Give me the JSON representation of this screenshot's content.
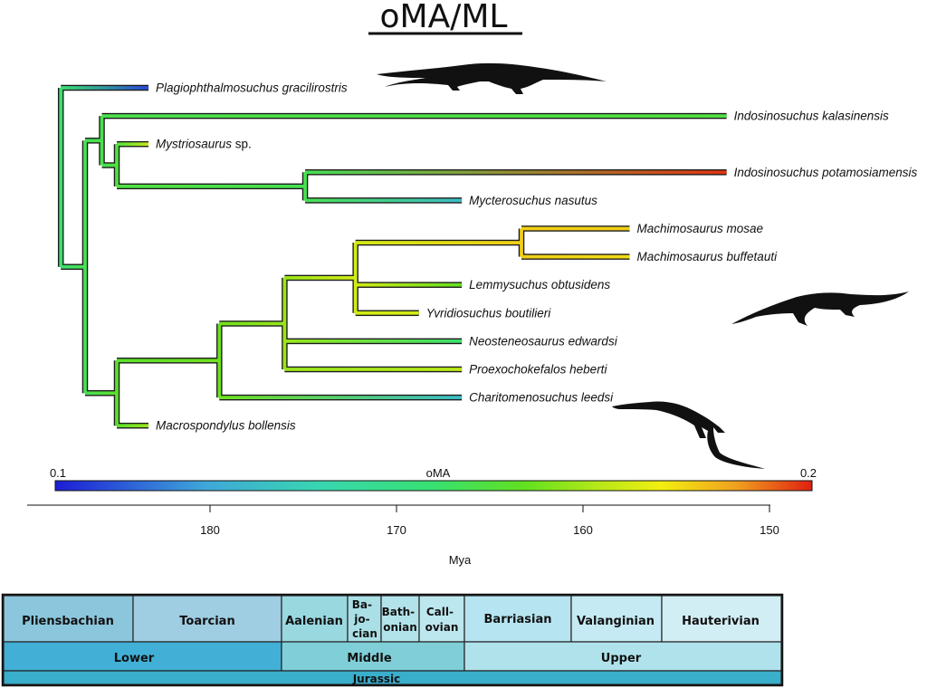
{
  "title": "oMA/ML",
  "colorbar": {
    "label": "oMA",
    "min_label": "0.1",
    "max_label": "0.2",
    "min": 0.1,
    "max": 0.2,
    "colormap": [
      "#1d1dd6",
      "#3fa8d8",
      "#38d6b0",
      "#38e070",
      "#62e020",
      "#b8e818",
      "#f2ef10",
      "#f0a020",
      "#e02010"
    ]
  },
  "axis": {
    "label": "Mya",
    "ticks": [
      180,
      170,
      160,
      150
    ],
    "tick_labels": [
      "180",
      "170",
      "160",
      "150"
    ]
  },
  "tree": {
    "tips": [
      {
        "id": "t1",
        "name": "Plagiophthalmosuchus gracilirostris",
        "age": 183.3,
        "value": 0.104
      },
      {
        "id": "t2",
        "name": "Indosinosuchus kalasinensis",
        "age": 152.3,
        "value": 0.145
      },
      {
        "id": "t3",
        "name_italic": "Mystriosaurus",
        "name_plain": " sp.",
        "age": 183.3,
        "value": 0.165
      },
      {
        "id": "t4",
        "name": "Indosinosuchus potamosiamensis",
        "age": 152.3,
        "value": 0.198
      },
      {
        "id": "t5",
        "name": "Mycterosuchus nasutus",
        "age": 166.5,
        "value": 0.118
      },
      {
        "id": "t6",
        "name": "Machimosaurus mosae",
        "age": 157.5,
        "value": 0.18
      },
      {
        "id": "t7",
        "name": "Machimosaurus buffetauti",
        "age": 157.5,
        "value": 0.178
      },
      {
        "id": "t8",
        "name": "Lemmysuchus obtusidens",
        "age": 166.5,
        "value": 0.15
      },
      {
        "id": "t9",
        "name": "Yvridiosuchus boutilieri",
        "age": 168.8,
        "value": 0.168
      },
      {
        "id": "t10",
        "name": "Neosteneosaurus edwardsi",
        "age": 166.5,
        "value": 0.138
      },
      {
        "id": "t11",
        "name": "Proexochokefalos heberti",
        "age": 166.5,
        "value": 0.163
      },
      {
        "id": "t12",
        "name": "Charitomenosuchus leedsi",
        "age": 166.5,
        "value": 0.118
      },
      {
        "id": "t13",
        "name": "Macrospondylus bollensis",
        "age": 183.3,
        "value": 0.158
      }
    ],
    "nodes": [
      {
        "id": "n1",
        "age": 188.0,
        "value": 0.138,
        "children": [
          "t1",
          "n2"
        ]
      },
      {
        "id": "n2",
        "age": 186.7,
        "value": 0.142,
        "children": [
          "n3",
          "n6"
        ]
      },
      {
        "id": "n3",
        "age": 185.8,
        "value": 0.143,
        "children": [
          "t2",
          "n4"
        ]
      },
      {
        "id": "n4",
        "age": 185.0,
        "value": 0.145,
        "children": [
          "t3",
          "n5"
        ]
      },
      {
        "id": "n5",
        "age": 174.9,
        "value": 0.142,
        "children": [
          "t4",
          "t5"
        ]
      },
      {
        "id": "n6",
        "age": 185.0,
        "value": 0.148,
        "children": [
          "n7",
          "t13"
        ]
      },
      {
        "id": "n7",
        "age": 179.5,
        "value": 0.152,
        "children": [
          "n8",
          "t12"
        ]
      },
      {
        "id": "n8",
        "age": 176.0,
        "value": 0.158,
        "children": [
          "n9",
          "t10",
          "t11"
        ]
      },
      {
        "id": "n9",
        "age": 172.2,
        "value": 0.168,
        "children": [
          "n10",
          "t8",
          "t9"
        ]
      },
      {
        "id": "n10",
        "age": 163.3,
        "value": 0.18,
        "children": [
          "t6",
          "t7"
        ]
      }
    ]
  },
  "timescale": {
    "stages": [
      "Pliensbachian",
      "Toarcian",
      "Aalenian",
      "Ba-\njo-\ncian",
      "Bath-\nonian",
      "Call-\novian",
      "Barriasian",
      "Valanginian",
      "Hauterivian"
    ],
    "epochs": [
      "Lower",
      "Middle",
      "Upper"
    ],
    "period": "Jurassic",
    "colors": {
      "pliensbachian": "#8cc6dc",
      "toarcian": "#9fcde2",
      "aalenian": "#9ad8e0",
      "bajocian": "#aadfe6",
      "bathonian": "#b3e3ea",
      "callovian": "#bde7ee",
      "barriasian": "#b6e4f0",
      "valanginian": "#c5eaf3",
      "hauterivian": "#d2eef5",
      "lower": "#42b0d6",
      "middle": "#80cfd8",
      "upper": "#b0e2ec",
      "jurassic": "#3aafcc"
    }
  },
  "silhouettes": [
    "long-snouted-crocodylomorph-silhouette",
    "machimosaurus-silhouette",
    "teleosauroid-silhouette"
  ]
}
